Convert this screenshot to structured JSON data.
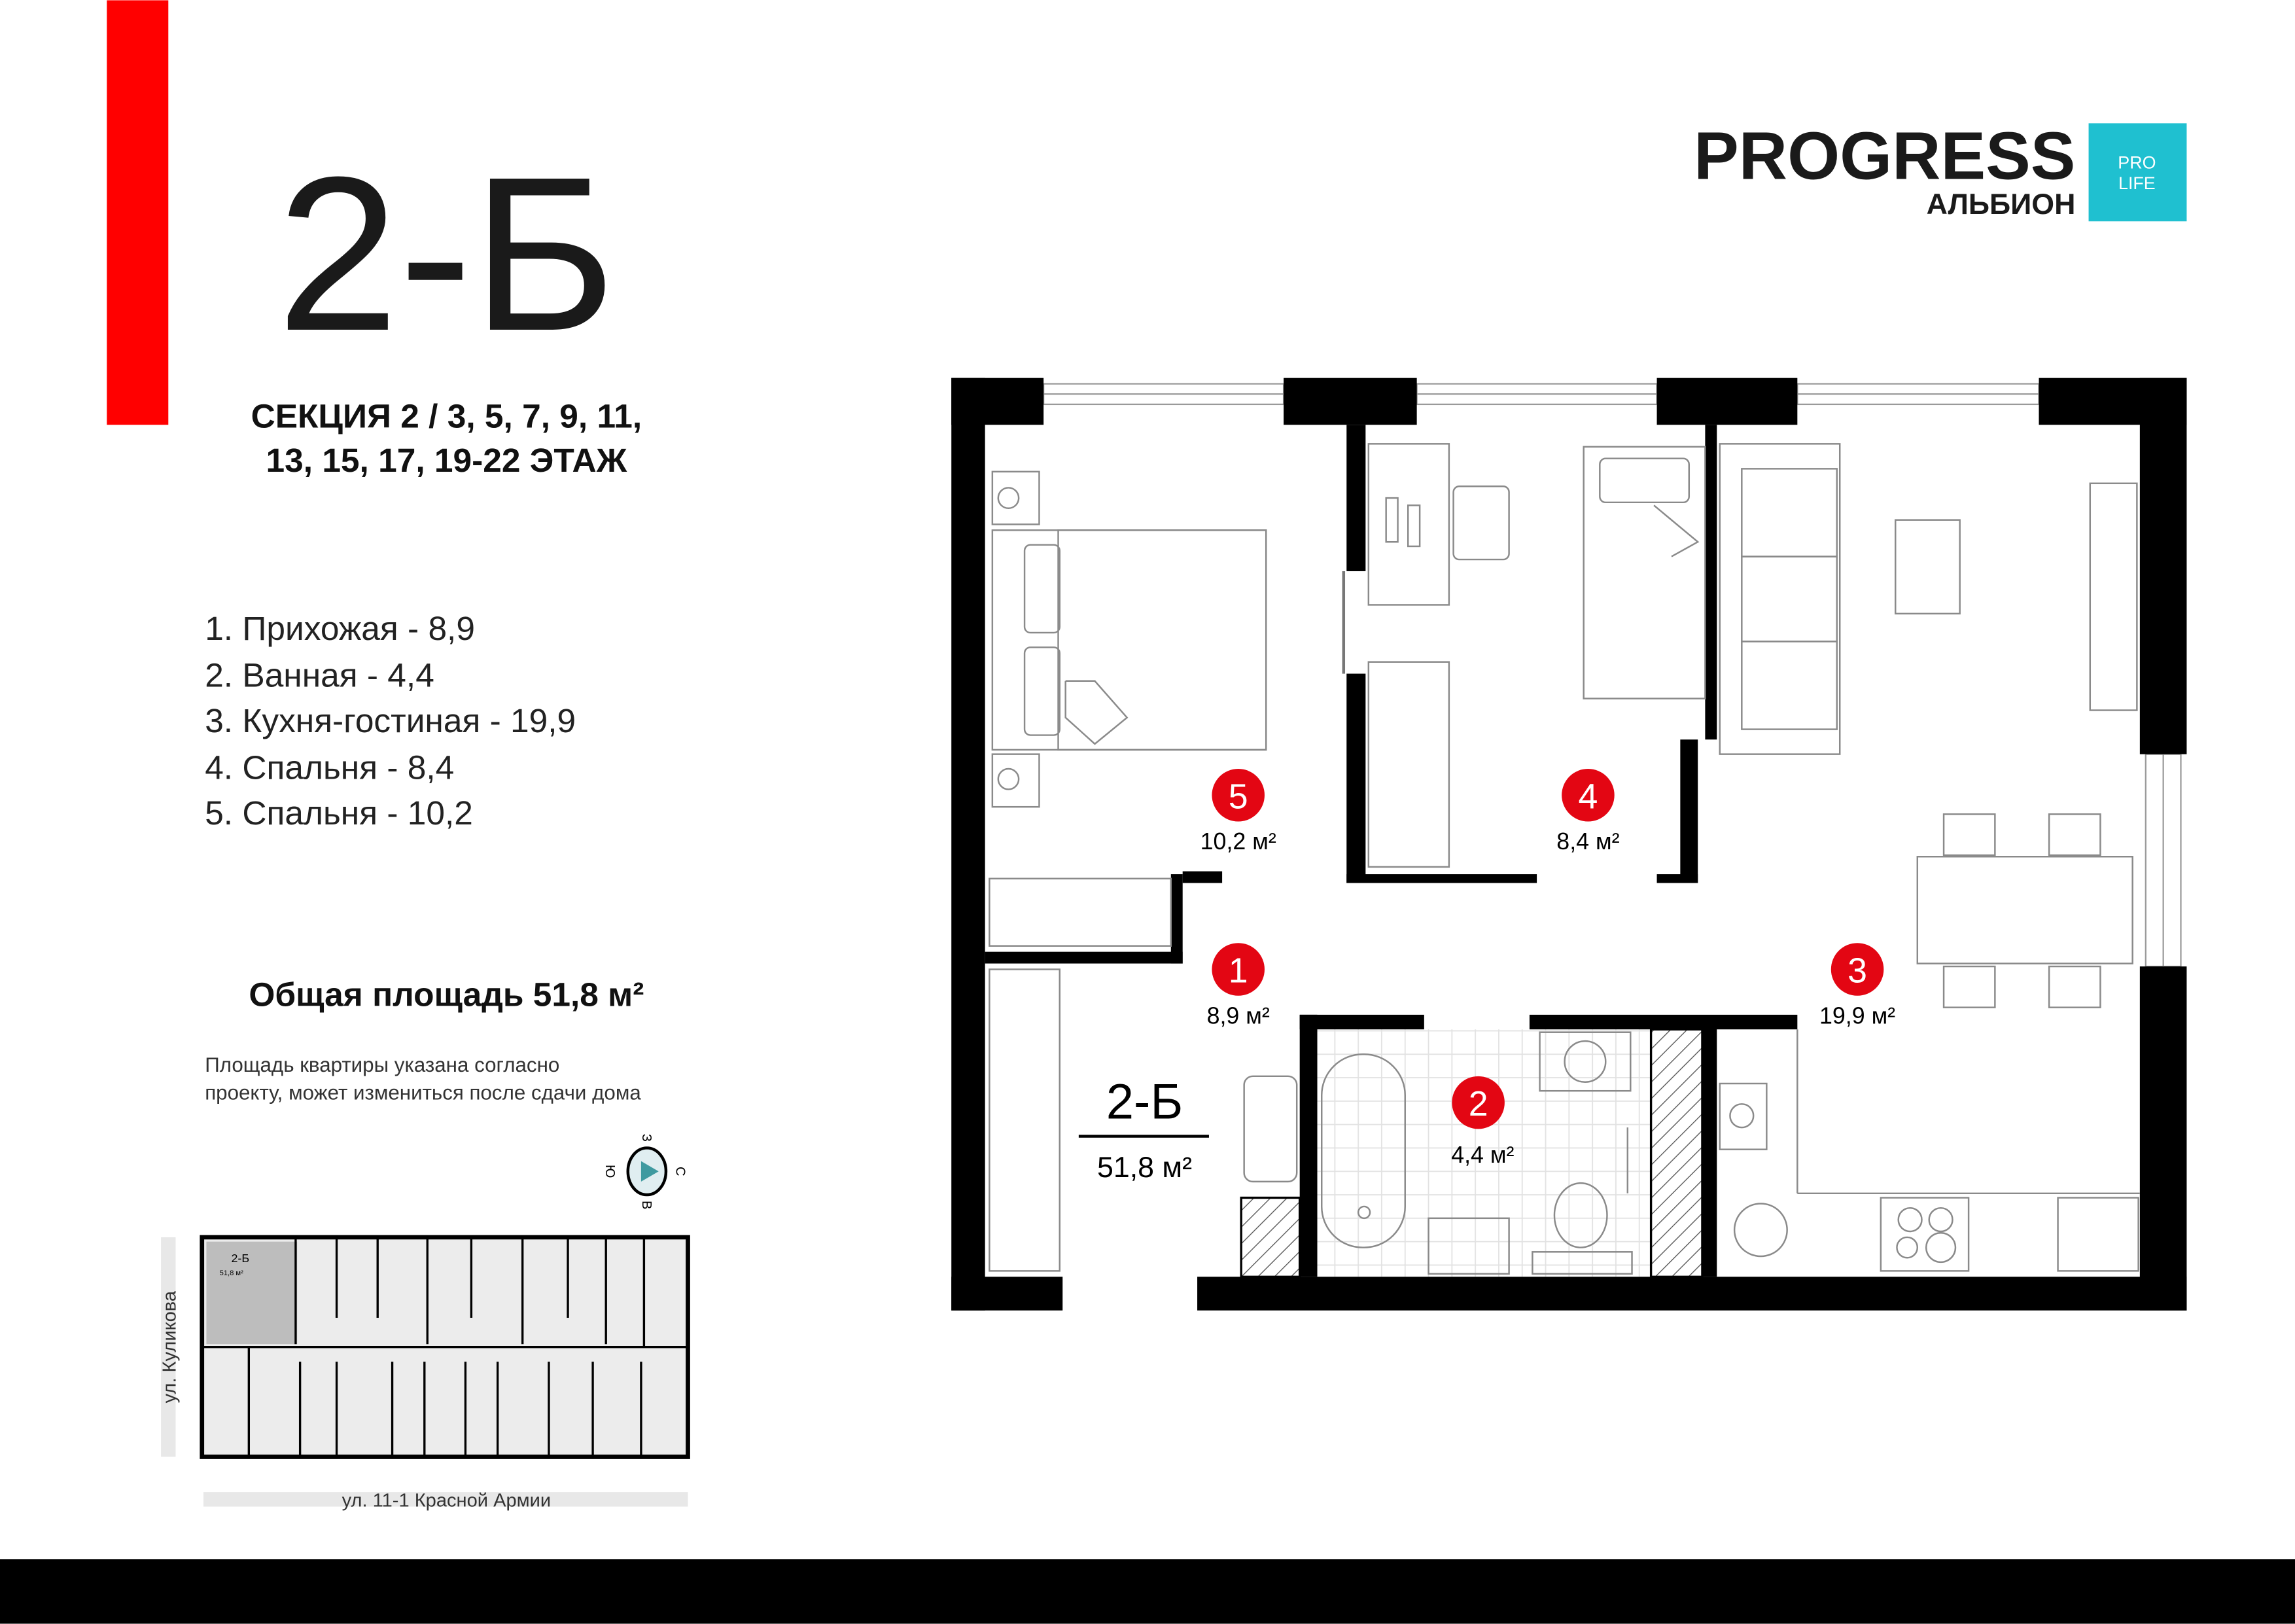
{
  "apartment": {
    "code": "2-Б",
    "section_line1": "СЕКЦИЯ 2 / 3, 5, 7, 9, 11,",
    "section_line2": "13, 15, 17, 19-22 ЭТАЖ",
    "rooms": [
      {
        "label": "1.  Прихожая - 8,9"
      },
      {
        "label": "2. Ванная - 4,4"
      },
      {
        "label": "3. Кухня-гостиная - 19,9"
      },
      {
        "label": "4. Спальня - 8,4"
      },
      {
        "label": "5. Спальня - 10,2"
      }
    ],
    "total_area": "Общая площадь 51,8 м²",
    "note_line1": "Площадь квартиры указана согласно",
    "note_line2": "проекту, может измениться после сдачи дома"
  },
  "logo": {
    "brand": "PROGRESS",
    "sub": "АЛЬБИОН",
    "badge_line1": "PRO",
    "badge_line2": "LIFE",
    "badge_color": "#1fc0d0"
  },
  "plan": {
    "markers": [
      {
        "num": "5",
        "area": "10,2 м²"
      },
      {
        "num": "4",
        "area": "8,4 м²"
      },
      {
        "num": "1",
        "area": "8,9 м²"
      },
      {
        "num": "2",
        "area": "4,4 м²"
      },
      {
        "num": "3",
        "area": "19,9 м²"
      }
    ],
    "unit_code": "2-Б",
    "unit_area": "51,8 м²",
    "marker_color": "#e30613"
  },
  "compass": {
    "n": "С",
    "s": "Ю",
    "e": "В",
    "w": "З"
  },
  "site_plan": {
    "unit_code": "2-Б",
    "unit_area": "51,8 м²",
    "street_left": "ул. Куликова",
    "street_bottom": "ул. 11-1 Красной Армии"
  },
  "accent_color": "#ff0000"
}
